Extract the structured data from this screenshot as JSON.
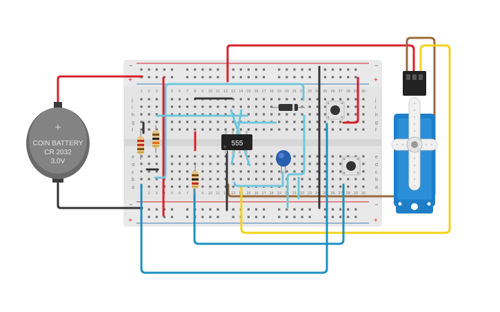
{
  "battery": {
    "line1": "COIN BATTERY",
    "line2": "CR 2032",
    "line3": "3.0V",
    "plus_symbol": "+"
  },
  "ic": {
    "label": "555"
  },
  "breadboard": {
    "plus_symbol": "+",
    "minus_symbol": "−",
    "row_letters_top": [
      "j",
      "i",
      "h",
      "g",
      "f"
    ],
    "row_letters_bottom": [
      "e",
      "d",
      "c",
      "b",
      "a"
    ],
    "column_numbers": [
      "1",
      "2",
      "3",
      "4",
      "5",
      "6",
      "7",
      "8",
      "9",
      "10",
      "11",
      "12",
      "13",
      "14",
      "15",
      "16",
      "17",
      "18",
      "19",
      "20",
      "21",
      "22",
      "23",
      "24",
      "25",
      "26",
      "27",
      "28",
      "29",
      "30"
    ]
  },
  "colors": {
    "wire_red": "#d8202a",
    "wire_black": "#333333",
    "wire_blue": "#1a8fc2",
    "wire_light_blue": "#6fc6dc",
    "wire_yellow": "#f2d21b",
    "wire_brown": "#9a6a3c",
    "servo_body": "#1e7fc8",
    "battery_body": "#7e7e7e",
    "capacitor": "#2a5fb0"
  },
  "icons": [
    "coin-battery-icon",
    "servo-motor-icon",
    "pushbutton-icon",
    "resistor-icon",
    "diode-icon",
    "capacitor-icon",
    "ic-chip-icon"
  ]
}
